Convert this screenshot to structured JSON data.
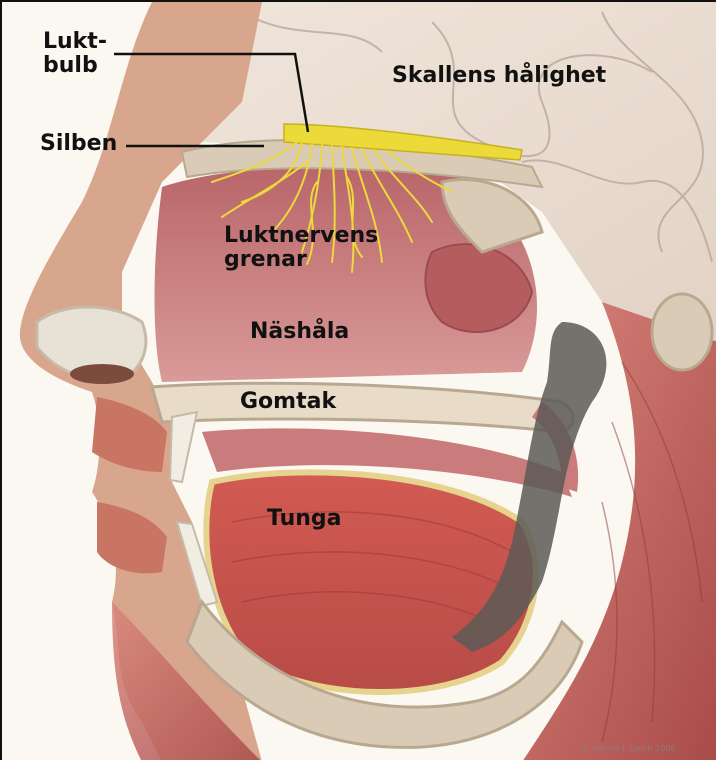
{
  "labels": {
    "olfactory_bulb_line1": "Lukt-",
    "olfactory_bulb_line2": "bulb",
    "ethmoid": "Silben",
    "cranial_cavity": "Skallens hålighet",
    "nerve_branches_line1": "Luktnervens",
    "nerve_branches_line2": "grenar",
    "nasal_cavity": "Näshåla",
    "palate": "Gomtak",
    "tongue": "Tunga"
  },
  "credit": "© Patrick J. Lynch 2006",
  "colors": {
    "skin": "#d7a68c",
    "muscle": "#c05f5a",
    "mucosa": "#c97c7b",
    "bone": "#d9cbb5",
    "brain": "#e9ddd3",
    "nerve": "#ecd93a",
    "cartilage": "#e8e2d6"
  }
}
